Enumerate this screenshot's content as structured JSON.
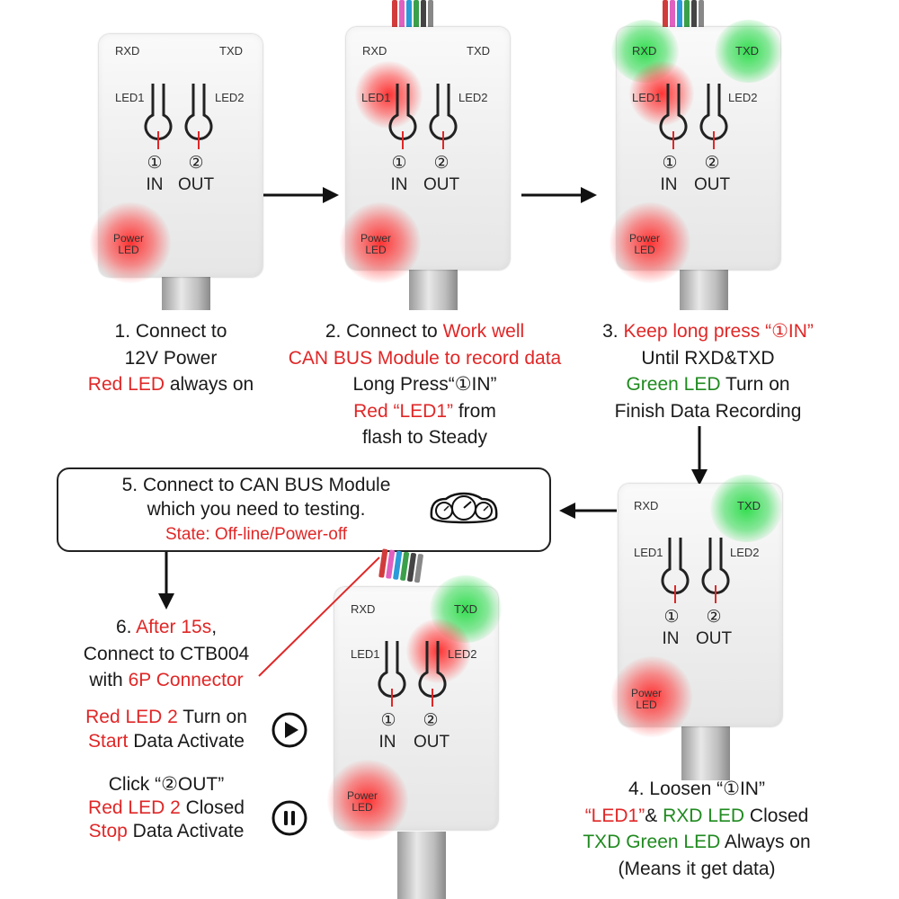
{
  "device_labels": {
    "rxd": "RXD",
    "txd": "TXD",
    "led1": "LED1",
    "led2": "LED2",
    "in_num": "①",
    "in": "IN",
    "out_num": "②",
    "out": "OUT",
    "power_led_line1": "Power",
    "power_led_line2": "LED"
  },
  "step1": {
    "line1": "1. Connect to",
    "line2": "12V Power",
    "line3_red": "Red LED",
    "line3_rest": " always on"
  },
  "step2": {
    "line1_prefix": "2. Connect to ",
    "line1_red": "Work well",
    "line2_red": "CAN BUS Module to record data",
    "line3": "Long Press“①IN”",
    "line4_red": "Red “LED1”",
    "line4_rest": "  from",
    "line5": "flash to Steady"
  },
  "step3": {
    "line1_prefix": "3. ",
    "line1_red": "Keep long press “①IN”",
    "line2": "Until RXD&TXD",
    "line3_green": "Green LED",
    "line3_rest": " Turn on",
    "line4": "Finish Data Recording"
  },
  "step4": {
    "line1": "4. Loosen “①IN”",
    "line2_red": "“LED1”",
    "line2_mid": "& ",
    "line2_green": "RXD LED",
    "line2_rest": " Closed",
    "line3_green": "TXD Green LED",
    "line3_rest": " Always on",
    "line4": "(Means it get data)"
  },
  "step5": {
    "line1": "5. Connect to CAN BUS Module",
    "line2": "which you need to testing.",
    "line3_red": "State: Off-line/Power-off"
  },
  "step6": {
    "line1_prefix": "6. ",
    "line1_red": "After 15s",
    "line1_suffix": ",",
    "line2": "Connect to CTB004",
    "line3_prefix": "with ",
    "line3_red": "6P Connector"
  },
  "start": {
    "line1_red": "Red LED 2",
    "line1_rest": " Turn on",
    "line2_red": "Start",
    "line2_rest": " Data Activate"
  },
  "stop": {
    "line1": "Click “②OUT”",
    "line2_red": "Red LED 2",
    "line2_rest": " Closed",
    "line3_red": "Stop",
    "line3_rest": " Data Activate"
  },
  "icons": {
    "play": "play-icon",
    "pause": "pause-icon",
    "dashboard": "dashboard-gauge-icon"
  },
  "colors": {
    "red_text": "#e02727",
    "green_text": "#1f8a1f",
    "led_red": "#ff2828",
    "led_green": "#28dc46",
    "wire_colors": [
      "#d23b3b",
      "#e060c0",
      "#2a9ad8",
      "#3aa04a",
      "#444444",
      "#888888"
    ]
  }
}
